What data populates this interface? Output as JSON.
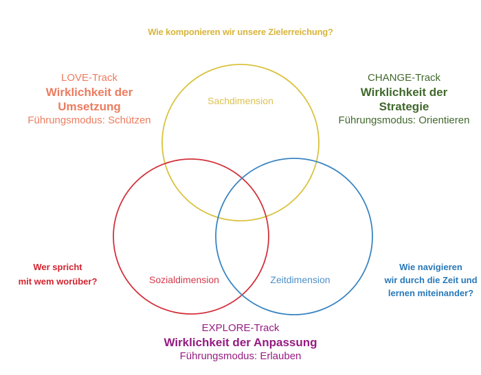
{
  "diagram": {
    "background": "#ffffff",
    "top_question": {
      "text": "Wie komponieren wir unsere Zielerreichung?",
      "color": "#D8B53C"
    },
    "circles": {
      "sach": {
        "label": "Sachdimension",
        "stroke": "#D9C23E",
        "label_color": "#DCC251"
      },
      "sozial": {
        "label": "Sozialdimension",
        "stroke": "#D2303A",
        "label_color": "#D4394B"
      },
      "zeit": {
        "label": "Zeitdimension",
        "stroke": "#3884C2",
        "label_color": "#4E8FC8"
      }
    },
    "tracks": {
      "love": {
        "name": "LOVE-Track",
        "title_line1": "Wirklichkeit der",
        "title_line2": "Umsetzung",
        "mode": "Führungsmodus: Schützen",
        "color": "#EC7C5F"
      },
      "change": {
        "name": "CHANGE-Track",
        "title_line1": "Wirklichkeit der",
        "title_line2": "Strategie",
        "mode": "Führungsmodus: Orientieren",
        "color": "#41682C"
      },
      "explore": {
        "name": "EXPLORE-Track",
        "title": "Wirklichkeit der Anpassung",
        "mode": "Führungsmodus: Erlauben",
        "color": "#951B81"
      }
    },
    "side_questions": {
      "social": {
        "line1": "Wer spricht",
        "line2": "mit wem worüber?",
        "color": "#D2232E"
      },
      "time": {
        "line1": "Wie navigieren",
        "line2": "wir durch die Zeit und",
        "line3": "lernen miteinander?",
        "color": "#2878B8"
      }
    }
  }
}
